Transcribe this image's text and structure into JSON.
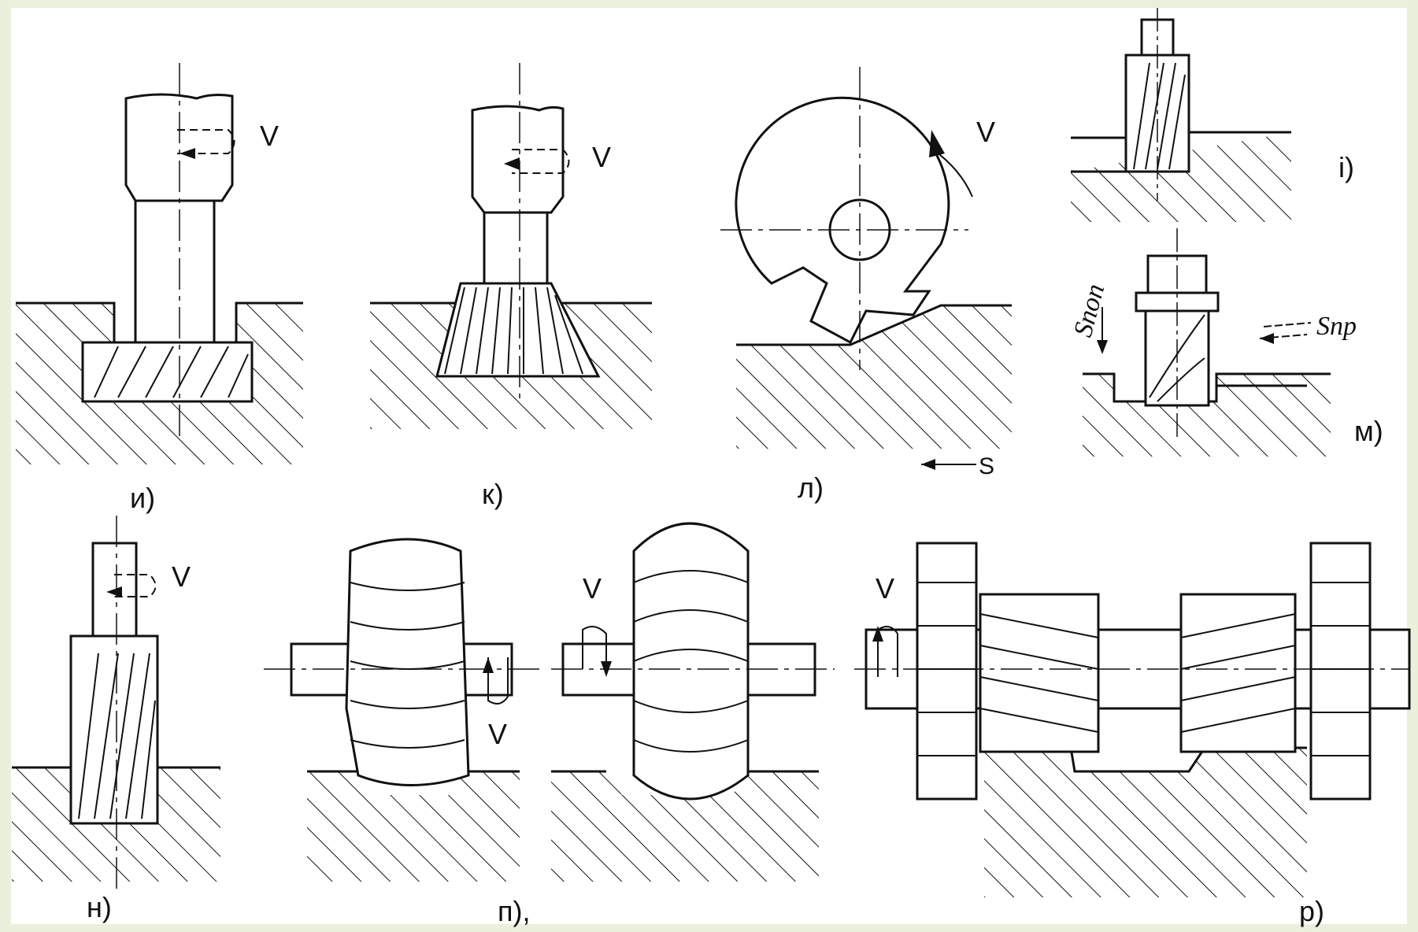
{
  "background_color": "#eaf0dc",
  "panel_color": "#ffffff",
  "line_color": "#111111",
  "figure": {
    "panels": [
      {
        "id": "i",
        "label": "и)",
        "motion": "V"
      },
      {
        "id": "k",
        "label": "к)",
        "motion": "V"
      },
      {
        "id": "l",
        "label": "л)",
        "motion": "V",
        "feed": "S"
      },
      {
        "id": "i2",
        "label": "i)"
      },
      {
        "id": "m",
        "label": "м)",
        "feed_vertical": "Sпоп",
        "feed_horizontal": "Sпр"
      },
      {
        "id": "n",
        "label": "н)",
        "motion": "V"
      },
      {
        "id": "p",
        "label": "п),",
        "motion_a": "V",
        "motion_b": "V"
      },
      {
        "id": "r",
        "label": "р)",
        "motion": "V"
      }
    ]
  }
}
